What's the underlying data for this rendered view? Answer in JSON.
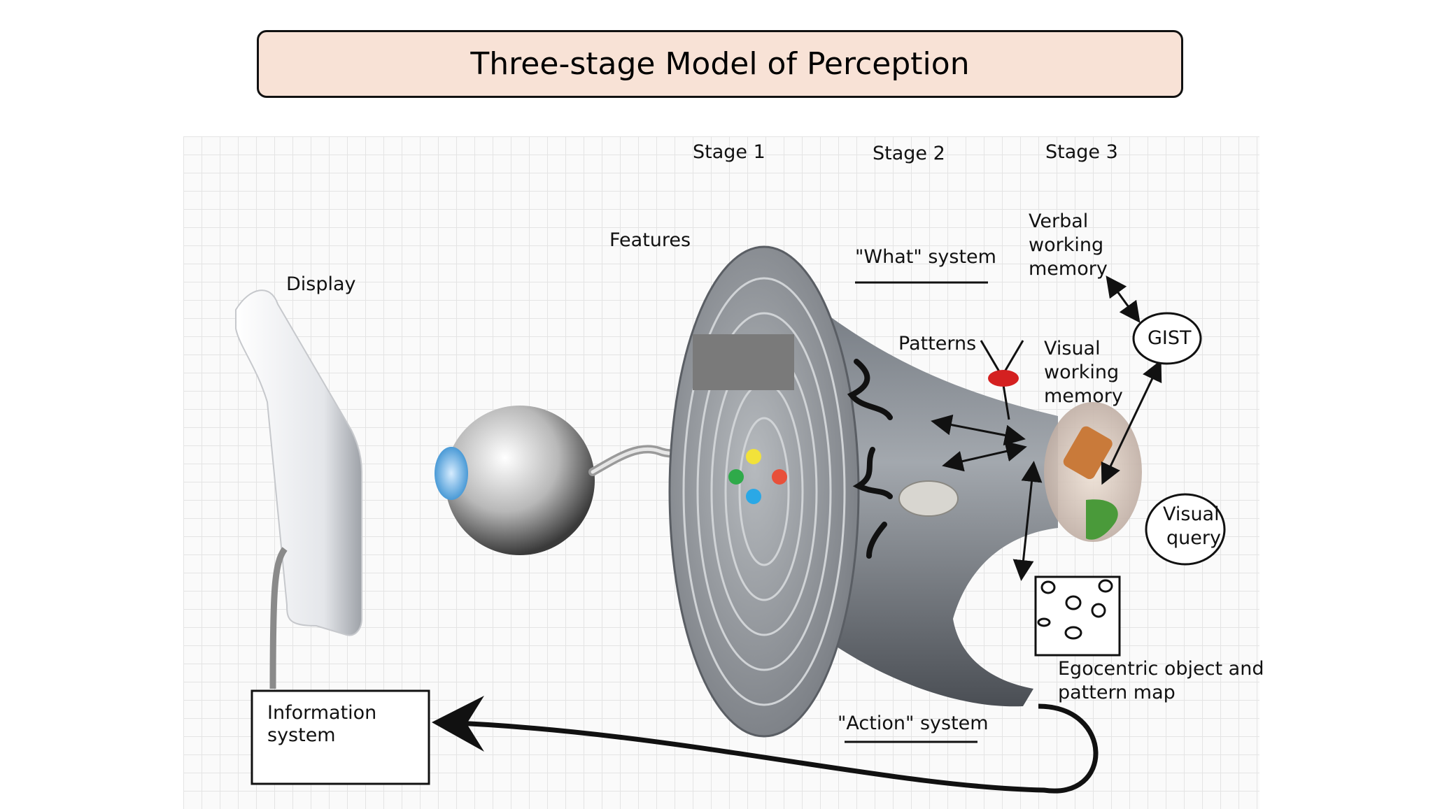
{
  "title": "Three-stage Model of Perception",
  "stages": {
    "stage1": "Stage 1",
    "stage2": "Stage 2",
    "stage3": "Stage 3"
  },
  "labels": {
    "display": "Display",
    "features": "Features",
    "what_system": "\"What\" system",
    "patterns": "Patterns",
    "verbal_wm_1": "Verbal",
    "verbal_wm_2": "working",
    "verbal_wm_3": "memory",
    "visual_wm_1": "Visual",
    "visual_wm_2": "working",
    "visual_wm_3": "memory",
    "gist": "GIST",
    "visual_query_1": "Visual",
    "visual_query_2": "query",
    "egocentric_1": "Egocentric object and",
    "egocentric_2": "pattern map",
    "action_system": "\"Action\" system",
    "info_system_1": "Information",
    "info_system_2": "system"
  },
  "colors": {
    "title_bg": "#f8e2d6",
    "feature_yellow": "#f2e23a",
    "feature_red": "#e8503a",
    "feature_green": "#2faa4a",
    "feature_blue": "#2aa8e6",
    "pattern_node": "#d42020",
    "wm_orange": "#c97a3a",
    "wm_green": "#4a9a3a"
  }
}
